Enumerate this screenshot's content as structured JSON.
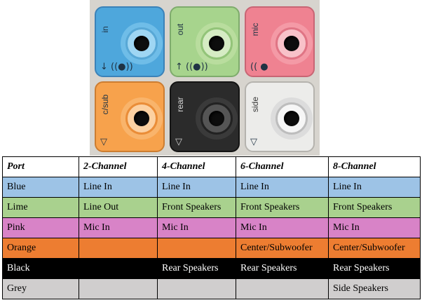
{
  "jacks": [
    {
      "label": "in",
      "glyph": "↓ ((●))",
      "icon": "line-in-icon",
      "color": "#4ea7dc"
    },
    {
      "label": "out",
      "glyph": "↑ ((●))",
      "icon": "line-out-icon",
      "color": "#a7d48d"
    },
    {
      "label": "mic",
      "glyph": "(( ●",
      "icon": "microphone-icon",
      "color": "#ef8291"
    },
    {
      "label": "c/sub",
      "glyph": "▽",
      "icon": "speaker-icon",
      "color": "#f7a24c"
    },
    {
      "label": "rear",
      "glyph": "▽",
      "icon": "speaker-icon",
      "color": "#2b2b2b"
    },
    {
      "label": "side",
      "glyph": "▽",
      "icon": "speaker-icon",
      "color": "#ececea"
    }
  ],
  "table": {
    "headers": [
      "Port",
      "2-Channel",
      "4-Channel",
      "6-Channel",
      "8-Channel"
    ],
    "rows": [
      {
        "port": "Blue",
        "bg": "#9dc3e6",
        "fg": "#000000",
        "cells": [
          "Line In",
          "Line In",
          "Line In",
          "Line In"
        ]
      },
      {
        "port": "Lime",
        "bg": "#a9d18e",
        "fg": "#000000",
        "cells": [
          "Line Out",
          "Front Speakers",
          "Front Speakers",
          "Front Speakers"
        ]
      },
      {
        "port": "Pink",
        "bg": "#d883c7",
        "fg": "#000000",
        "cells": [
          "Mic In",
          "Mic In",
          "Mic In",
          "Mic In"
        ]
      },
      {
        "port": "Orange",
        "bg": "#ed7d31",
        "fg": "#000000",
        "cells": [
          "",
          "",
          "Center/Subwoofer",
          "Center/Subwoofer"
        ]
      },
      {
        "port": "Black",
        "bg": "#000000",
        "fg": "#ffffff",
        "cells": [
          "",
          "Rear Speakers",
          "Rear Speakers",
          "Rear Speakers"
        ]
      },
      {
        "port": "Grey",
        "bg": "#d0cece",
        "fg": "#000000",
        "cells": [
          "",
          "",
          "",
          "Side Speakers"
        ]
      }
    ]
  }
}
